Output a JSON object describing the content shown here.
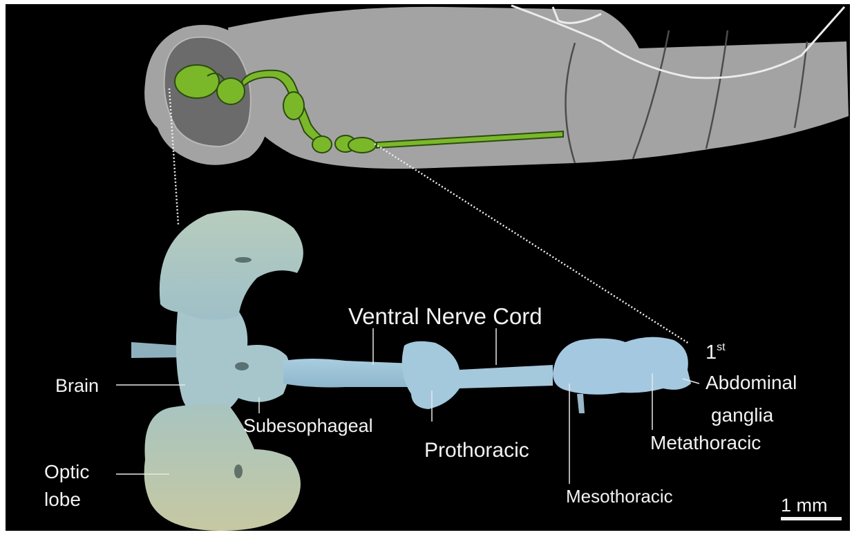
{
  "labels": {
    "ventral_nerve_cord": "Ventral Nerve Cord",
    "brain": "Brain",
    "optic_line1": "Optic",
    "optic_line2": "lobe",
    "subesophageal": "Subesophageal",
    "prothoracic": "Prothoracic",
    "mesothoracic": "Mesothoracic",
    "metathoracic": "Metathoracic",
    "first_main": "1",
    "first_sup": "st",
    "abdominal": "Abdominal",
    "ganglia": "ganglia"
  },
  "scale_bar": {
    "label": "1 mm"
  },
  "colors": {
    "background": "#000000",
    "body_gray": "#a3a3a3",
    "head_dark": "#6b6b6b",
    "nerve_green": "#7ab82a",
    "tissue": "#9fc2cf",
    "label": "#f2f2f2"
  }
}
